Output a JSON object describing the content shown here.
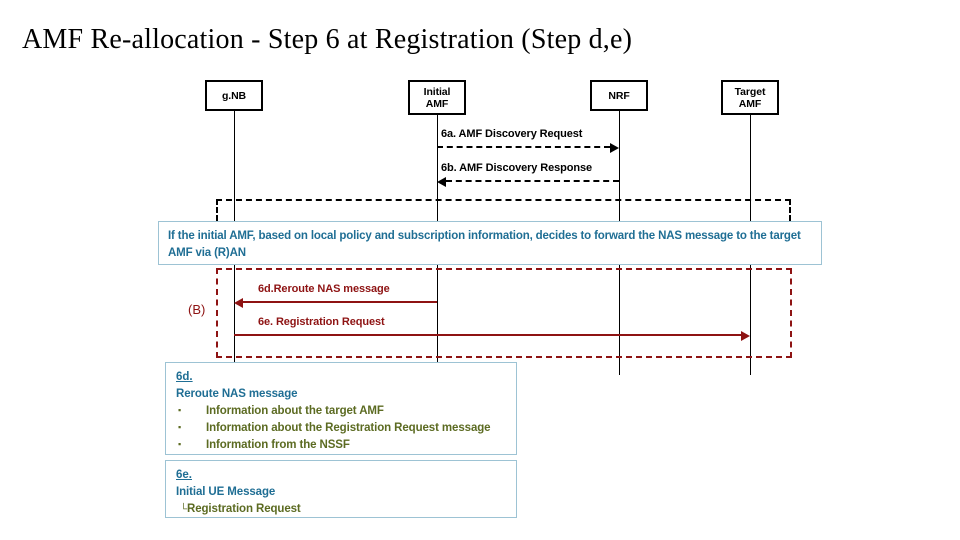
{
  "slide": {
    "title": "AMF Re-allocation - Step 6 at Registration (Step d,e)",
    "colors": {
      "background": "#ffffff",
      "black": "#000000",
      "red": "#8E1313",
      "note_blue": "#1F6E94",
      "note_border": "#9DC3D4",
      "olive": "#5C6B22"
    }
  },
  "nodes": [
    {
      "id": "gnb",
      "label": "g.NB",
      "line1": "g.NB",
      "line2": ""
    },
    {
      "id": "initial-amf",
      "label": "Initial AMF",
      "line1": "Initial",
      "line2": "AMF"
    },
    {
      "id": "nrf",
      "label": "NRF",
      "line1": "NRF",
      "line2": ""
    },
    {
      "id": "target-amf",
      "label": "Target AMF",
      "line1": "Target",
      "line2": "AMF"
    }
  ],
  "messages": [
    {
      "id": "6a",
      "label": "6a. AMF Discovery Request",
      "style": "dashed",
      "color": "black",
      "direction": "right",
      "from": "initial-amf",
      "to": "nrf"
    },
    {
      "id": "6b",
      "label": "6b. AMF Discovery Response",
      "style": "dashed",
      "color": "black",
      "direction": "left",
      "from": "nrf",
      "to": "initial-amf"
    },
    {
      "id": "6d",
      "label": "6d.Reroute NAS message",
      "style": "solid",
      "color": "red",
      "direction": "left",
      "from": "initial-amf",
      "to": "gnb"
    },
    {
      "id": "6e",
      "label": "6e. Registration Request",
      "style": "solid",
      "color": "red",
      "direction": "right",
      "from": "gnb",
      "to": "target-amf"
    }
  ],
  "note": {
    "text": "If the initial AMF, based on local policy and subscription information, decides to forward the NAS message to the target AMF via (R)AN"
  },
  "marker": {
    "b_label": "(B)"
  },
  "legend": [
    {
      "ref": "6d.",
      "title": "Reroute NAS message",
      "bullets": [
        "Information about the target AMF",
        "Information about the Registration Request message",
        "Information from the NSSF"
      ],
      "sub": null
    },
    {
      "ref": "6e.",
      "title": "Initial UE Message",
      "bullets": [],
      "sub": {
        "elbow": "└",
        "text": "Registration Request"
      }
    }
  ]
}
